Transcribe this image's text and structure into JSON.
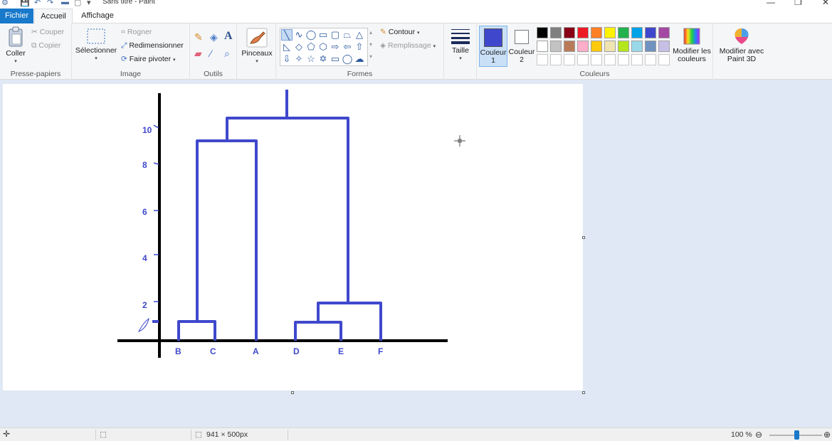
{
  "window": {
    "title": "Sans titre - Paint",
    "minimize_glyph": "—",
    "maximize_glyph": "❐",
    "close_glyph": "✕"
  },
  "tabs": {
    "file": "Fichier",
    "home": "Accueil",
    "view": "Affichage"
  },
  "clipboard": {
    "paste": "Coller",
    "cut": "Couper",
    "copy": "Copier",
    "group": "Presse-papiers"
  },
  "image": {
    "select": "Sélectionner",
    "crop": "Rogner",
    "resize": "Redimensionner",
    "rotate": "Faire pivoter",
    "group": "Image"
  },
  "tools": {
    "group": "Outils",
    "text_glyph": "A"
  },
  "brushes": {
    "label": "Pinceaux"
  },
  "shapes": {
    "outline": "Contour",
    "fill": "Remplissage",
    "group": "Formes"
  },
  "size": {
    "label": "Taille"
  },
  "colors": {
    "color1_line1": "Couleur",
    "color1_line2": "1",
    "color2_line1": "Couleur",
    "color2_line2": "2",
    "edit_line1": "Modifier les",
    "edit_line2": "couleurs",
    "group": "Couleurs",
    "color1_value": "#3f48cc",
    "color2_value": "#ffffff",
    "palette_row1": [
      "#000000",
      "#7f7f7f",
      "#880015",
      "#ed1c24",
      "#ff7f27",
      "#fff200",
      "#22b14c",
      "#00a2e8",
      "#3f48cc",
      "#a349a4"
    ],
    "palette_row2": [
      "#ffffff",
      "#c3c3c3",
      "#b97a57",
      "#ffaec9",
      "#ffc90e",
      "#efe4b0",
      "#b5e61d",
      "#99d9ea",
      "#7092be",
      "#c8bfe7"
    ]
  },
  "paint3d": {
    "line1": "Modifier avec",
    "line2": "Paint 3D"
  },
  "drawing": {
    "y_ticks": [
      "10",
      "8",
      "6",
      "4",
      "2"
    ],
    "leaves": [
      "B",
      "C",
      "A",
      "D",
      "E",
      "F"
    ],
    "stroke_color": "#3f48cc",
    "axis_color": "#000000"
  },
  "status": {
    "canvas_size": "941 × 500px",
    "zoom": "100 %"
  }
}
